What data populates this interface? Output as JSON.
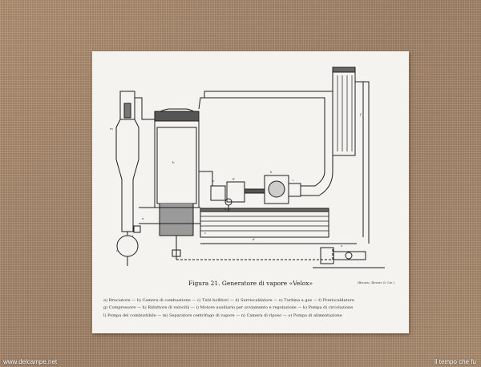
{
  "figure": {
    "caption": "Figura 21. Generatore di vapore «Velox»",
    "credit": "(Brown, Boveri & Cie.)",
    "legend_rows": [
      "a) Bruciatore — b) Camera di combustione — c) Tubi bollitori — d) Surriscaldatore — e) Turbina a gas — f) Preriscaldatore",
      "g) Compressore — h) Riduttore di velocità — i) Motore ausiliario per avviamento e regolazione — k) Pompa di circolazione",
      "l) Pompa del combustibile — m) Separatore centrifugo di vapore — n) Camera di riposo — o) Pompa di alimentazione"
    ],
    "diagram_labels": [
      "m",
      "a",
      "b",
      "c",
      "d",
      "e",
      "f",
      "g",
      "h",
      "i",
      "k",
      "l",
      "n",
      "o"
    ]
  },
  "watermarks": {
    "left": "www.delcampe.net",
    "right": "il tempo che fu"
  },
  "colors": {
    "burlap": "#a98a6d",
    "paper": "#f4f3ef",
    "ink": "#222222"
  }
}
